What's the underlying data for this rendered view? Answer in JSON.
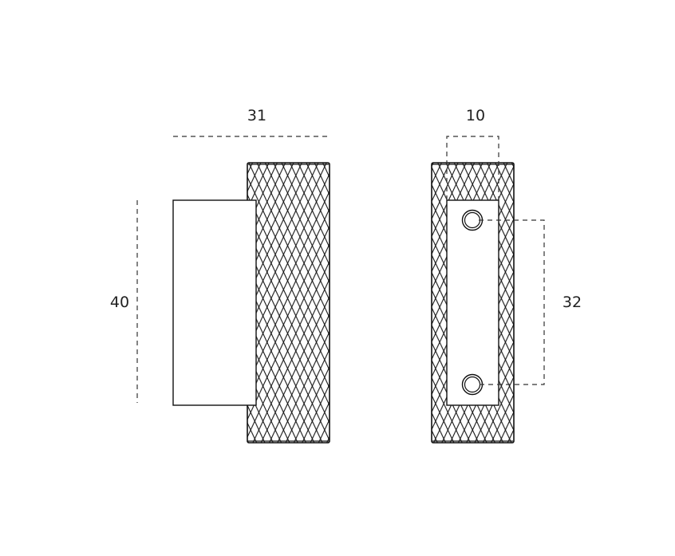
{
  "dimensions": {
    "total_depth": "31",
    "base_width": "10",
    "height": "40",
    "hole_spacing": "32"
  },
  "colors": {
    "line": "#111111",
    "text": "#222222",
    "background": "#ffffff"
  }
}
